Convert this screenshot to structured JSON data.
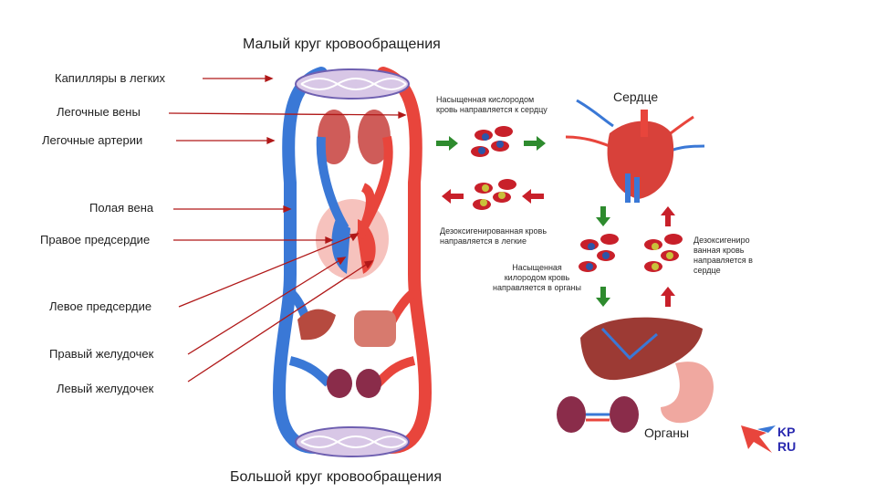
{
  "titles": {
    "top": "Малый круг кровообращения",
    "bottom": "Большой круг кровообращения"
  },
  "labels": [
    "Капилляры в легких",
    "Легочные вены",
    "Легочные артерии",
    "Полая вена",
    "Правое предсердие",
    "Левое предсердие",
    "Правый желудочек",
    "Левый желудочек"
  ],
  "right_panel": {
    "heart_title": "Сердце",
    "organs_title": "Органы",
    "oxygenated_to_heart": [
      "Насыщенная кислородом",
      "кровь направляется к сердцу"
    ],
    "deoxygenated_to_lungs": [
      "Дезоксигенированная кровь",
      "направляется в легкие"
    ],
    "oxygenated_to_organs": [
      "Насыщенная",
      "килородом кровь",
      "направляется в органы"
    ],
    "deoxygenated_to_heart": [
      "Дезоксигениро",
      "ванная кровь",
      "направляется в",
      "сердце"
    ]
  },
  "logo": {
    "line1": "KP",
    "line2": "RU"
  },
  "colors": {
    "artery_red": "#e8453c",
    "vein_blue": "#3a78d6",
    "arrow_green": "#2e8b2e",
    "arrow_red": "#c8202a",
    "label_line": "#b01818"
  }
}
